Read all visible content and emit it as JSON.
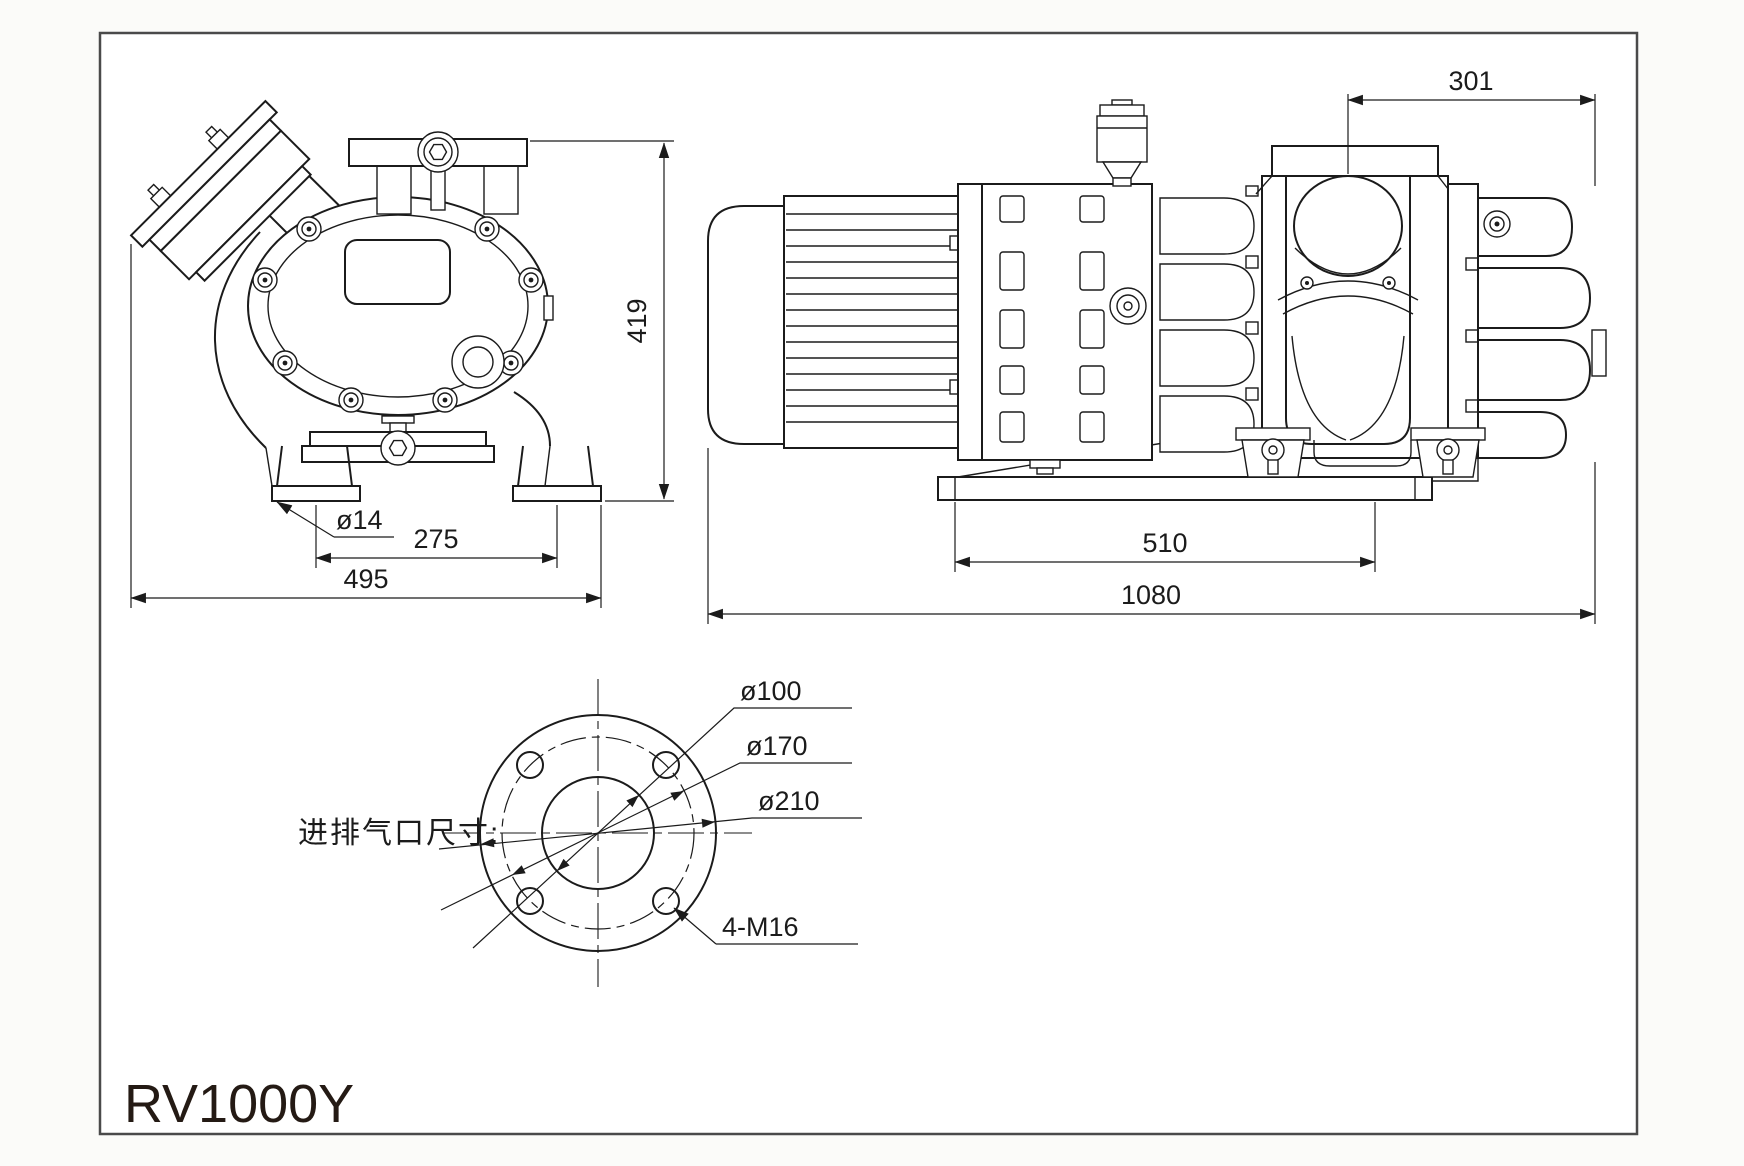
{
  "drawing": {
    "model": "RV1000Y",
    "port_note": "进排气口尺寸:",
    "front_view": {
      "height": "419",
      "foot_hole_dia": "ø14",
      "foot_spacing": "275",
      "overall_width": "495"
    },
    "side_view": {
      "inlet_to_end": "301",
      "base_length": "510",
      "overall_length": "1080"
    },
    "port_flange": {
      "bore_dia": "ø100",
      "bolt_circle_dia": "ø170",
      "outer_dia": "ø210",
      "bolt_spec": "4-M16"
    },
    "colors": {
      "line": "#1b1b1b",
      "frame": "#4a4a4a",
      "sheet": "#ffffff",
      "page": "#fbfbf9"
    }
  }
}
